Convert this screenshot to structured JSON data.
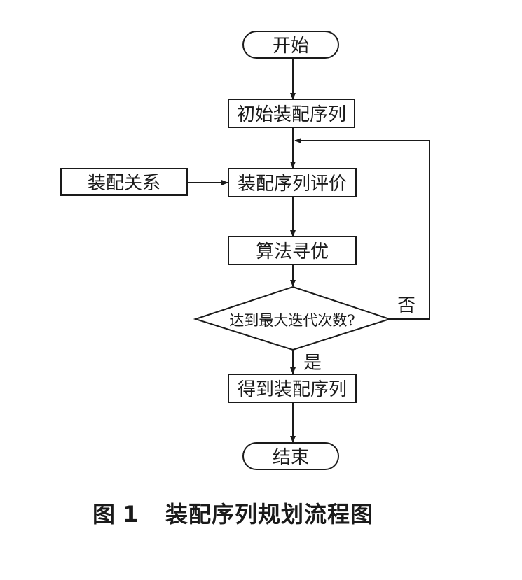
{
  "flowchart": {
    "start": "开始",
    "init_sequence": "初始装配序列",
    "assembly_relation": "装配关系",
    "evaluation": "装配序列评价",
    "optimization": "算法寻优",
    "decision": "达到最大迭代次数?",
    "no_label": "否",
    "yes_label": "是",
    "result": "得到装配序列",
    "end": "结束"
  },
  "caption": {
    "number": "图 1",
    "title": "装配序列规划流程图"
  },
  "colors": {
    "stroke": "#1a1a1a",
    "background": "#ffffff"
  }
}
